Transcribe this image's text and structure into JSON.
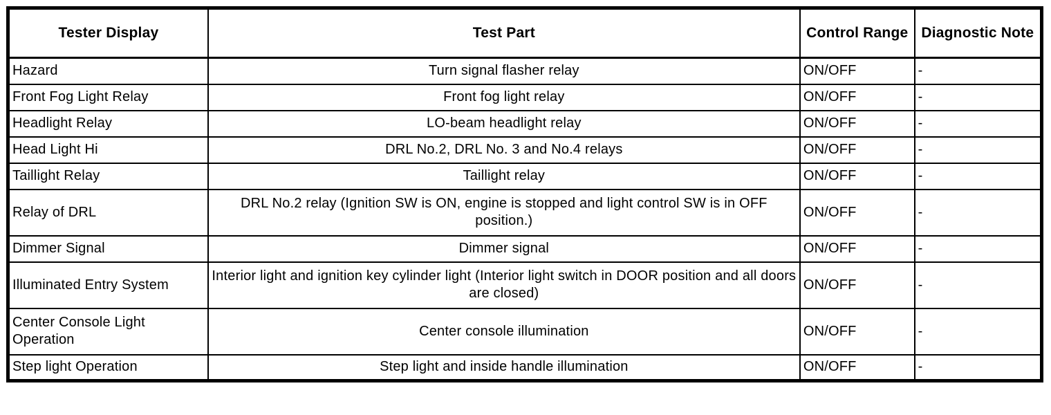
{
  "table": {
    "columns": [
      {
        "label": "Tester Display"
      },
      {
        "label": "Test Part"
      },
      {
        "label": "Control Range"
      },
      {
        "label": "Diagnostic Note"
      }
    ],
    "rows": [
      {
        "tester_display": "Hazard",
        "test_part": "Turn signal flasher relay",
        "control_range": "ON/OFF",
        "diagnostic_note": "-"
      },
      {
        "tester_display": "Front Fog Light Relay",
        "test_part": "Front fog light relay",
        "control_range": "ON/OFF",
        "diagnostic_note": "-"
      },
      {
        "tester_display": "Headlight Relay",
        "test_part": "LO-beam headlight relay",
        "control_range": "ON/OFF",
        "diagnostic_note": "-"
      },
      {
        "tester_display": "Head Light Hi",
        "test_part": "DRL No.2, DRL No. 3 and No.4 relays",
        "control_range": "ON/OFF",
        "diagnostic_note": "-"
      },
      {
        "tester_display": "Taillight Relay",
        "test_part": "Taillight relay",
        "control_range": "ON/OFF",
        "diagnostic_note": "-"
      },
      {
        "tester_display": "Relay of DRL",
        "test_part": "DRL No.2 relay (Ignition SW is ON, engine is stopped and light control SW is in OFF position.)",
        "control_range": "ON/OFF",
        "diagnostic_note": "-"
      },
      {
        "tester_display": "Dimmer Signal",
        "test_part": "Dimmer signal",
        "control_range": "ON/OFF",
        "diagnostic_note": "-"
      },
      {
        "tester_display": "Illuminated Entry System",
        "test_part": "Interior light and ignition key cylinder light (Interior light switch in DOOR position and all doors are closed)",
        "control_range": "ON/OFF",
        "diagnostic_note": "-"
      },
      {
        "tester_display": "Center Console Light Operation",
        "test_part": "Center console illumination",
        "control_range": "ON/OFF",
        "diagnostic_note": "-"
      },
      {
        "tester_display": "Step light Operation",
        "test_part": "Step light and inside handle illumination",
        "control_range": "ON/OFF",
        "diagnostic_note": "-"
      }
    ]
  }
}
